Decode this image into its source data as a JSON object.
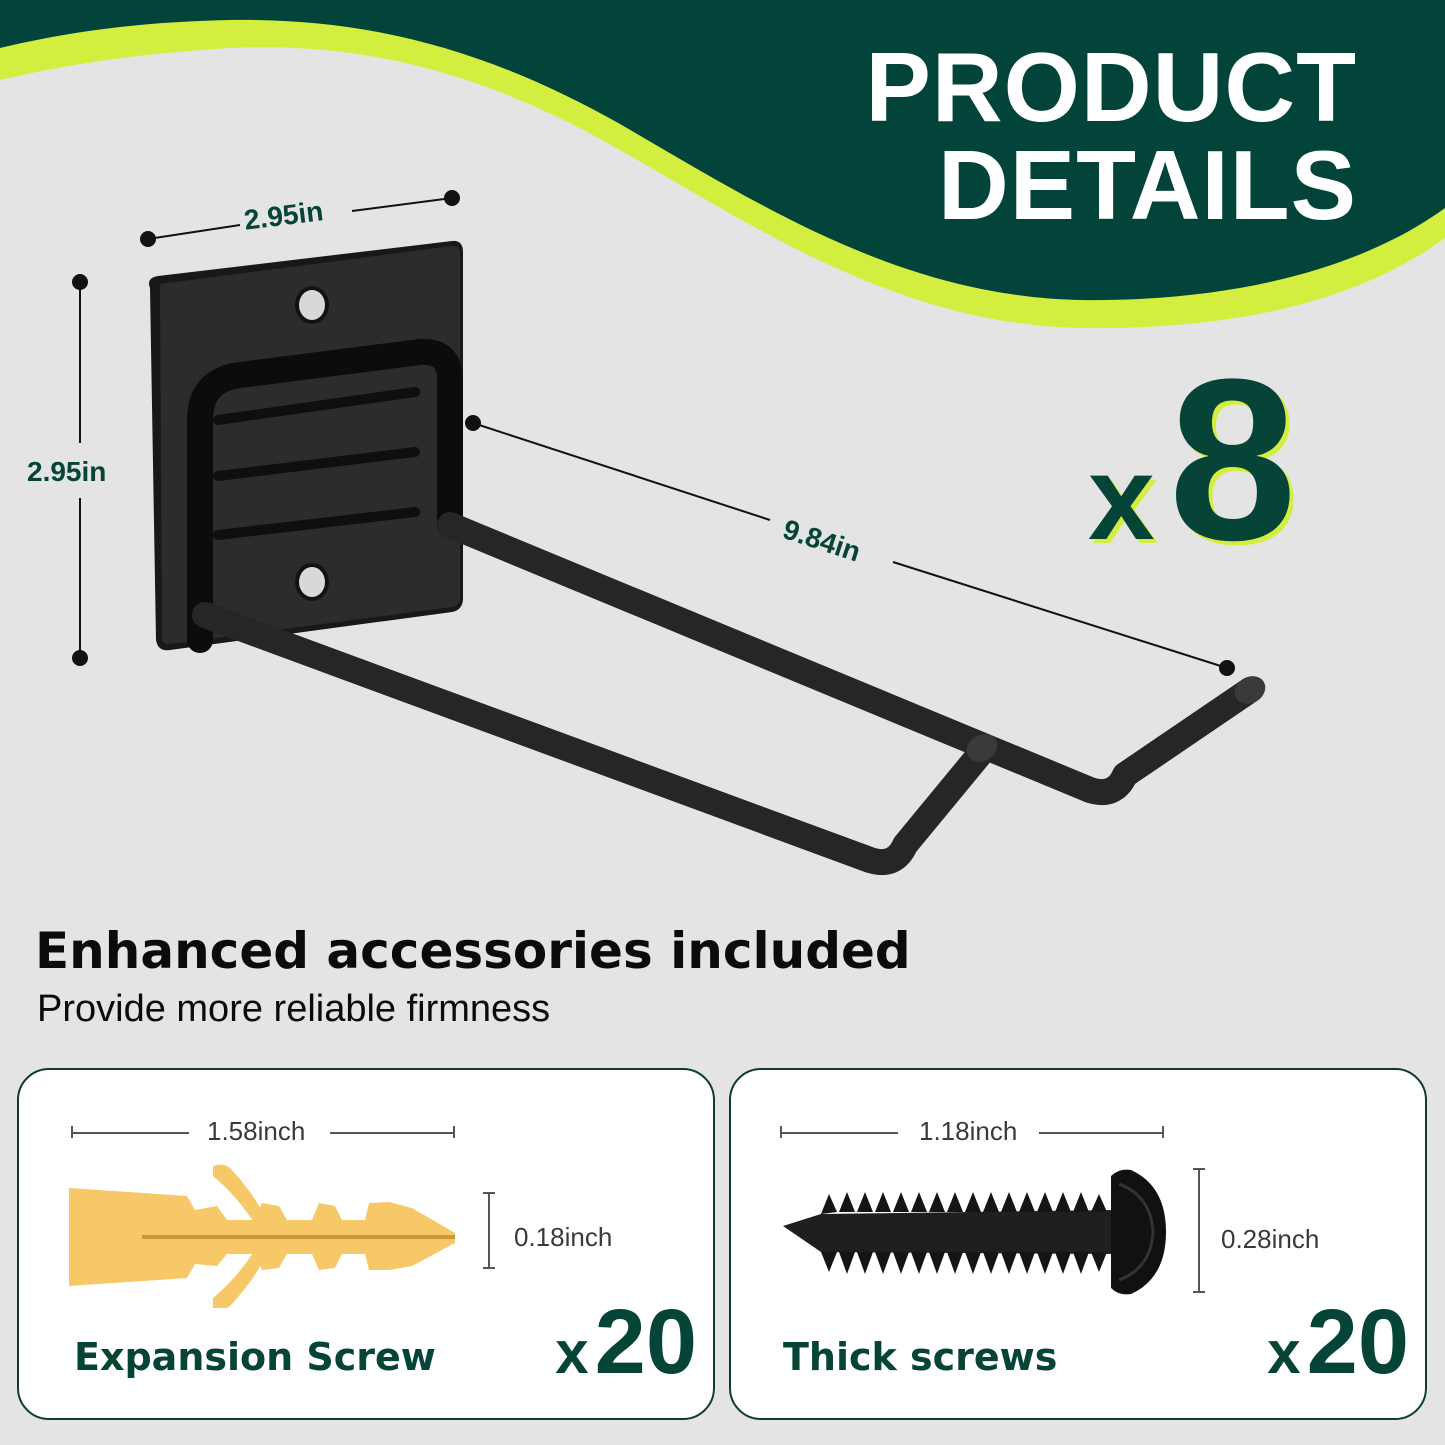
{
  "header": {
    "title_line1": "PRODUCT",
    "title_line2": "DETAILS"
  },
  "colors": {
    "dark_green": "#02443A",
    "lime": "#D4EE3F",
    "background": "#E4E4E4",
    "card_border": "#0D3A31",
    "anchor_yellow": "#F6C868",
    "metal_black": "#1E1E1E"
  },
  "product": {
    "image": "black-wall-mount-double-hook-icon",
    "dimensions": {
      "width": "2.95in",
      "height": "2.95in",
      "length": "9.84in"
    },
    "quantity": {
      "prefix": "x",
      "value": "8"
    }
  },
  "accessories": {
    "headline": "Enhanced accessories included",
    "subheadline": "Provide more reliable firmness",
    "items": [
      {
        "name": "Expansion Screw",
        "image": "yellow-plastic-wall-anchor-icon",
        "length": "1.58inch",
        "diameter": "0.18inch",
        "quantity_prefix": "x",
        "quantity": "20"
      },
      {
        "name": "Thick screws",
        "image": "black-pan-head-screw-icon",
        "length": "1.18inch",
        "diameter": "0.28inch",
        "quantity_prefix": "x",
        "quantity": "20"
      }
    ]
  }
}
